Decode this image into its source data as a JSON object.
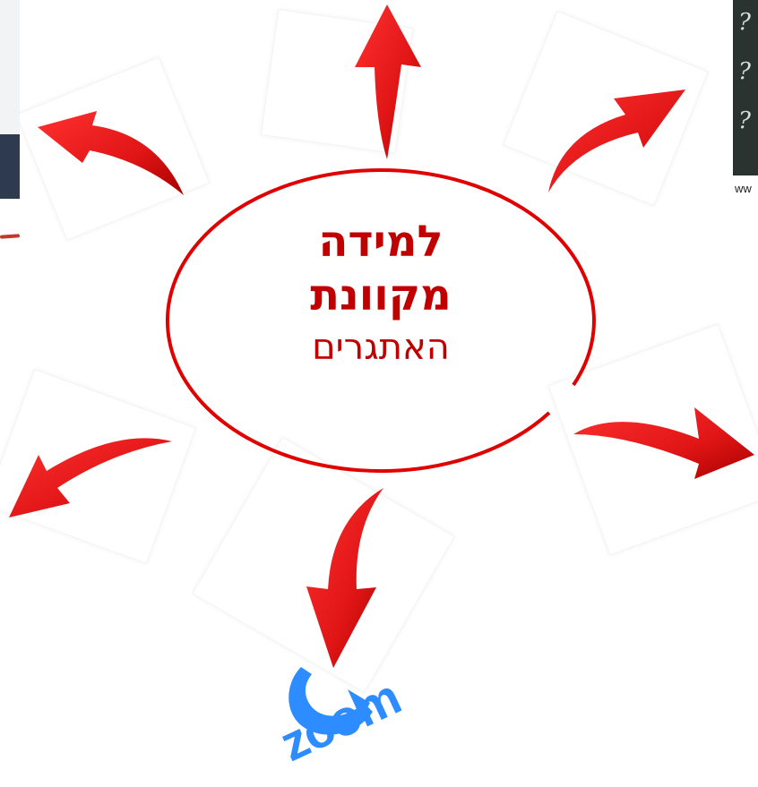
{
  "center": {
    "line1": "למידה",
    "line2": "מקוונת",
    "line3": "האתגרים"
  },
  "caption_right": "ww",
  "zoom_logo_text": "zoom",
  "colors": {
    "accent_red": "#c00000",
    "arrow_red": "#e01818",
    "zoom_blue": "#2d8cff"
  },
  "icons": [
    "photo-left",
    "photo-right",
    "zoom-logo",
    "arrow"
  ]
}
